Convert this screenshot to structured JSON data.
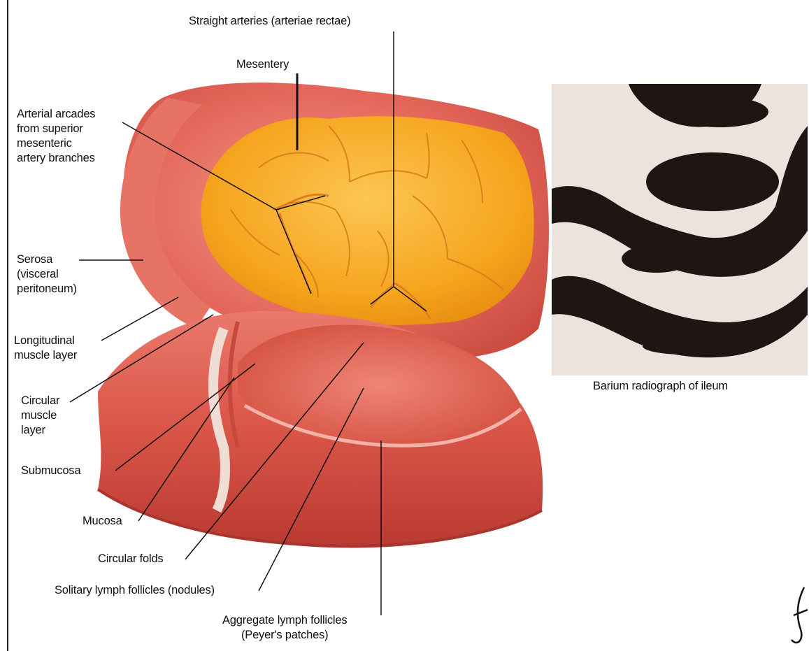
{
  "labels": {
    "straight_arteries": "Straight arteries (arteriae rectae)",
    "mesentery": "Mesentery",
    "arterial_arcades": "Arterial arcades\nfrom superior\nmesenteric\nartery branches",
    "serosa": "Serosa\n(visceral\nperitoneum)",
    "longitudinal": "Longitudinal\nmuscle layer",
    "circular_muscle": "Circular\nmuscle\nlayer",
    "submucosa": "Submucosa",
    "mucosa": "Mucosa",
    "circular_folds": "Circular folds",
    "solitary": "Solitary lymph follicles (nodules)",
    "aggregate": "Aggregate lymph follicles\n(Peyer's patches)"
  },
  "radiograph": {
    "caption": "Barium radiograph of ileum"
  },
  "colors": {
    "mesentery_fat": "#f6a51e",
    "mesentery_light": "#fbc24a",
    "serosa": "#e86a5e",
    "mucosa": "#e46555",
    "muscle": "#d4523f",
    "radiograph_dark": "#1f1512",
    "radiograph_light": "#ece3dc"
  }
}
